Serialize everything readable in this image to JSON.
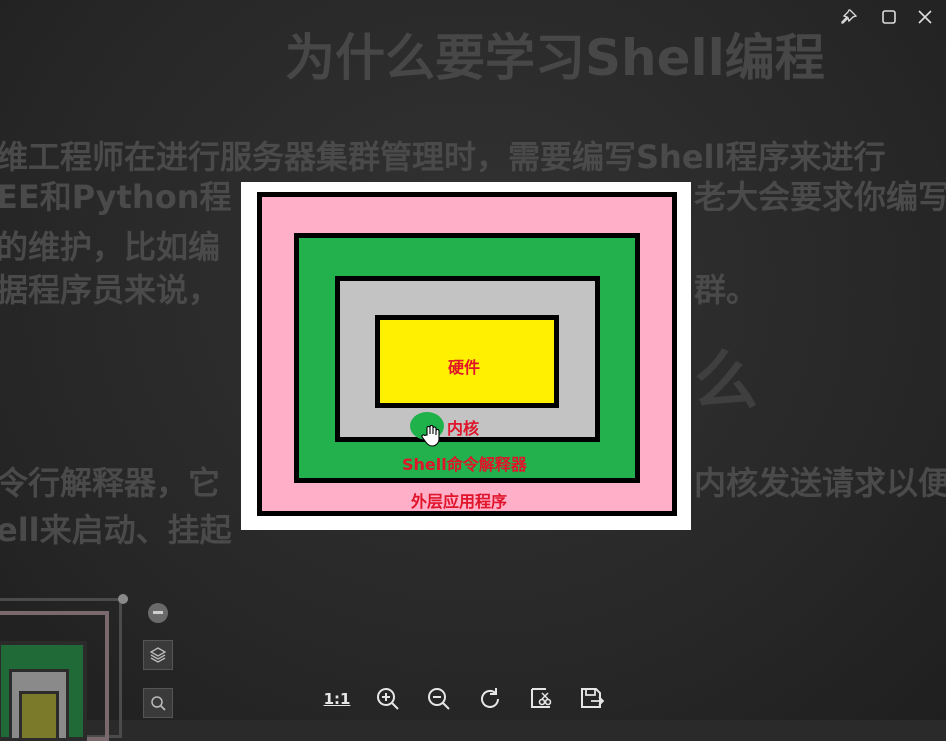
{
  "background_slide": {
    "title": "为什么要学习Shell编程",
    "line1": "维工程师在进行服务器集群管理时，需要编写Shell程序来进行",
    "line2": "EE和Python程",
    "line2_tail": "老大会要求你编写",
    "line3": "的维护，比如编",
    "line4": "据程序员来说，",
    "line4_tail": "群。",
    "big_fragment": "么",
    "line5": "令行解释器，它",
    "line5_tail": "内核发送请求以便",
    "line6": "ell来启动、挂起"
  },
  "diagram": {
    "hardware_label": "硬件",
    "kernel_label": "内核",
    "shell_label": "Shell命令解释器",
    "outer_label": "外层应用程序",
    "colors": {
      "outer": "#ffafc7",
      "shell": "#22b14c",
      "kernel": "#c3c3c3",
      "hardware": "#ffef00",
      "label": "#e0142a"
    }
  },
  "toolbar": {
    "actual_size_label": "1:1",
    "zoom_in": "zoom-in-icon",
    "zoom_out": "zoom-out-icon",
    "rotate": "rotate-icon",
    "crop": "crop-icon",
    "save": "save-icon"
  },
  "window_controls": {
    "pin": "pin-icon",
    "maximize": "maximize-icon",
    "close": "close-icon"
  }
}
